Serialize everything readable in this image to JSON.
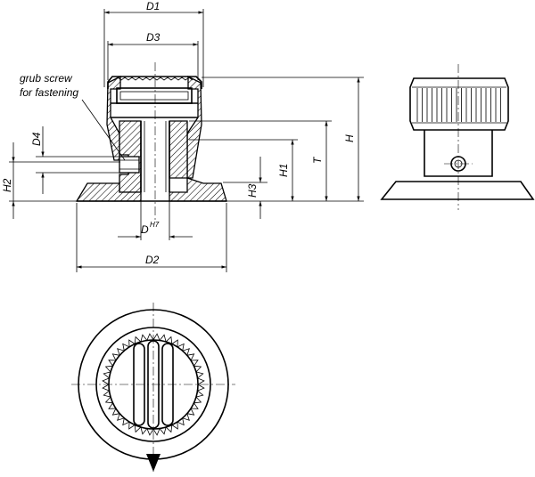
{
  "labels": {
    "D1": "D1",
    "D3": "D3",
    "D4": "D4",
    "D_main": "D",
    "D_sup": "H7",
    "D2": "D2",
    "H": "H",
    "T": "T",
    "H1": "H1",
    "H2": "H2",
    "H3": "H3"
  },
  "note": {
    "line1": "grub screw",
    "line2": "for fastening"
  },
  "colors": {
    "ink": "#000000",
    "background": "#ffffff",
    "hatch": "#000000"
  }
}
